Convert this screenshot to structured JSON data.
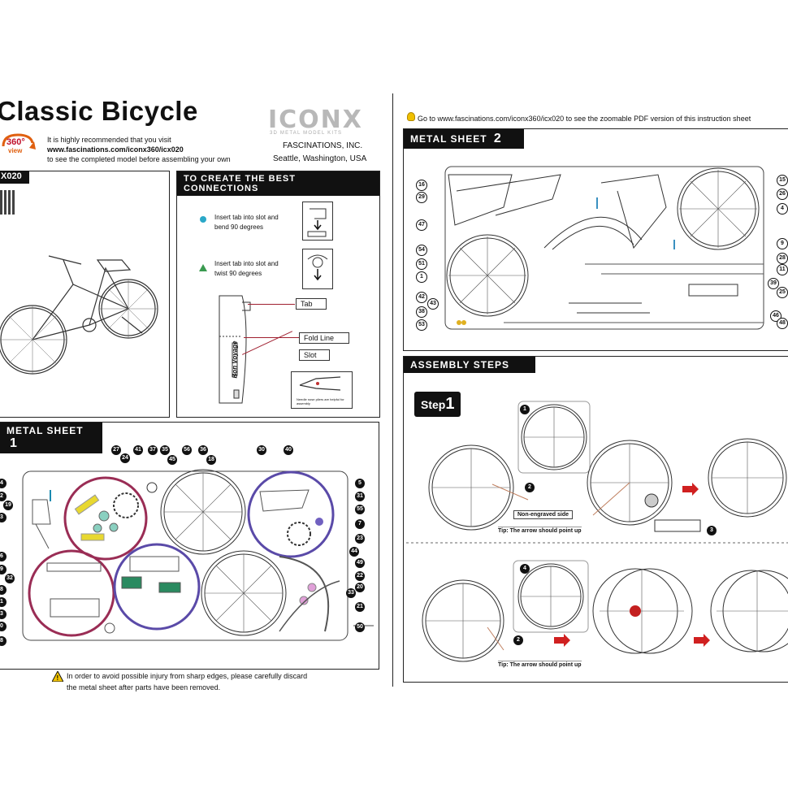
{
  "left_page": {
    "title": "Classic Bicycle",
    "badge": {
      "line1": "360°",
      "line2": "view"
    },
    "brand": {
      "logo": "ICONX",
      "sub": "3D METAL MODEL KITS",
      "company": "FASCINATIONS, INC.",
      "city": "Seattle, Washington, USA"
    },
    "recommend": {
      "line1": "It is highly recommended that you visit",
      "url": "www.fascinations.com/iconx360/icx020",
      "line3": "to see the completed model before assembling your own"
    },
    "model_code": "X020",
    "connections": {
      "title": "TO CREATE THE BEST CONNECTIONS",
      "item1": {
        "line1": "Insert tab into slot and",
        "line2": "bend 90 degrees"
      },
      "item2": {
        "line1": "Insert tab into slot and",
        "line2": "twist 90  degrees"
      },
      "tab_label": "Tab",
      "fold_label": "Fold Line",
      "slot_label": "Slot",
      "part_text": "Bon Voyage",
      "pliers_note": "Needle nose pliers are helpful for assembly"
    },
    "sheet1": {
      "title": "METAL SHEET",
      "number": "1",
      "top_numbers": [
        "27",
        "24",
        "41",
        "37",
        "35",
        "45",
        "56",
        "36",
        "18",
        "30",
        "40"
      ],
      "right_numbers": [
        "5",
        "31",
        "55",
        "7",
        "23",
        "44",
        "49",
        "22",
        "20",
        "33",
        "21",
        "50"
      ],
      "left_numbers": [
        "4",
        "2",
        "19",
        "3",
        "6",
        "9",
        "32",
        "8",
        "1",
        "3",
        "0",
        "8"
      ]
    },
    "warning": {
      "line1": "In order to avoid possible injury from sharp edges, please carefully discard",
      "line2": "the metal sheet after parts have been removed."
    }
  },
  "right_page": {
    "goto": "Go to www.fascinations.com/iconx360/icx020 to see the zoomable PDF version of this instruction sheet",
    "sheet2": {
      "title": "METAL SHEET",
      "number": "2",
      "left_numbers": [
        "16",
        "29",
        "47",
        "54",
        "51",
        "1",
        "42",
        "43",
        "38",
        "53"
      ],
      "right_numbers": [
        "15",
        "26",
        "4",
        "9",
        "28",
        "11",
        "39",
        "25",
        "46",
        "48"
      ]
    },
    "assembly": {
      "title": "ASSEMBLY STEPS",
      "step_label": "Step",
      "step_number": "1",
      "callouts": [
        "1",
        "2",
        "3",
        "4",
        "2"
      ],
      "non_engraved": "Non-engraved side",
      "tip1": "Tip: The arrow should point up",
      "tip2": "Tip: The arrow should point up"
    }
  }
}
